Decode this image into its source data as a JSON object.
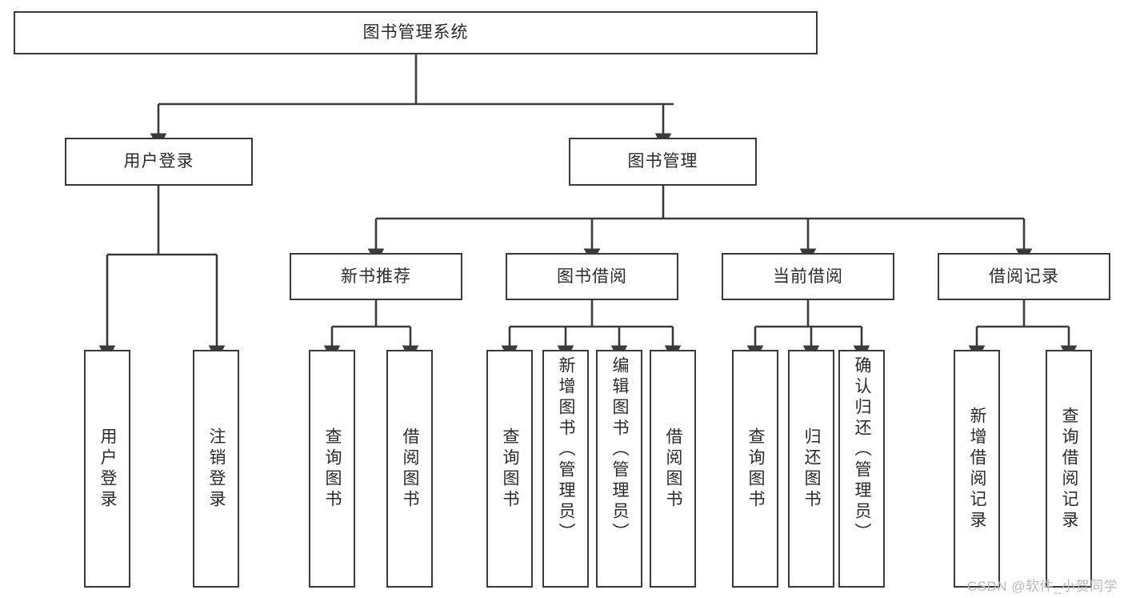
{
  "diagram": {
    "type": "hierarchy-tree",
    "title": "图书管理系统",
    "levels": 4,
    "colors": {
      "box_border": "#3a3a3a",
      "box_fill": "#ffffff",
      "edge": "#3a3a3a",
      "text": "#2b2b2b",
      "watermark": "#b9b9b9",
      "background": "#ffffff"
    },
    "root": {
      "label": "图书管理系统"
    },
    "level2": [
      {
        "label": "用户登录"
      },
      {
        "label": "图书管理"
      }
    ],
    "level3": [
      {
        "label": "新书推荐"
      },
      {
        "label": "图书借阅"
      },
      {
        "label": "当前借阅"
      },
      {
        "label": "借阅记录"
      }
    ],
    "leaves": {
      "user_login": [
        {
          "label": "用户登录"
        },
        {
          "label": "注销登录"
        }
      ],
      "new_book_recommend": [
        {
          "label": "查询图书"
        },
        {
          "label": "借阅图书"
        }
      ],
      "book_borrow": [
        {
          "label": "查询图书"
        },
        {
          "label": "新增图书（管理员）"
        },
        {
          "label": "编辑图书（管理员）"
        },
        {
          "label": "借阅图书"
        }
      ],
      "current_borrow": [
        {
          "label": "查询图书"
        },
        {
          "label": "归还图书"
        },
        {
          "label": "确认归还（管理员）"
        }
      ],
      "borrow_record": [
        {
          "label": "新增借阅记录"
        },
        {
          "label": "查询借阅记录"
        }
      ]
    }
  },
  "watermark": {
    "text": "CSDN @软件_小贺同学"
  }
}
